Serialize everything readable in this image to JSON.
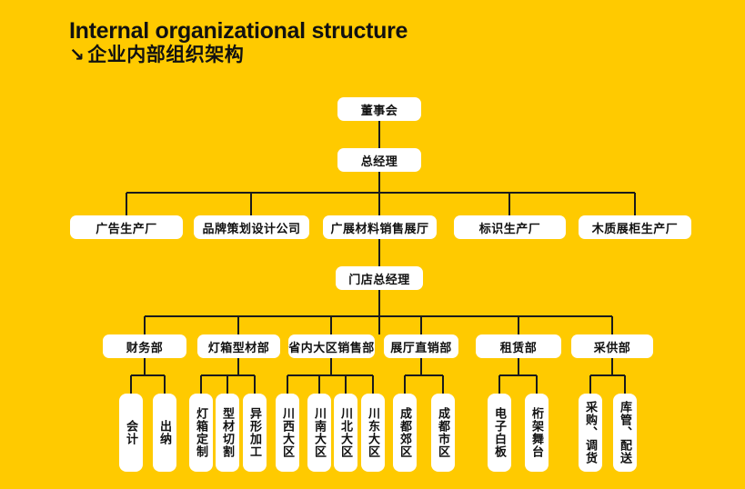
{
  "title": {
    "line1": "Internal organizational structure",
    "arrow": "↘",
    "line2": "企业内部组织架构"
  },
  "colors": {
    "background": "#FFCA00",
    "node_fill": "#FFFFFF",
    "connector_line": "#1B1B1B",
    "text": "#111111"
  },
  "org": {
    "board": "董事会",
    "general_manager": "总经理",
    "level3": [
      "广告生产厂",
      "品牌策划设计公司",
      "广展材料销售展厅",
      "标识生产厂",
      "木质展柜生产厂"
    ],
    "store_general_manager": "门店总经理",
    "departments": [
      "财务部",
      "灯箱型材部",
      "省内大区销售部",
      "展厅直销部",
      "租赁部",
      "采供部"
    ],
    "teams": [
      [
        "会计",
        "出纳"
      ],
      [
        "灯箱定制",
        "型材切割",
        "异形加工"
      ],
      [
        "川西大区",
        "川南大区",
        "川北大区",
        "川东大区"
      ],
      [
        "成都郊区",
        "成都市区"
      ],
      [
        "电子白板",
        "桁架舞台"
      ],
      [
        "采购、调货",
        "库管、配送"
      ]
    ]
  }
}
